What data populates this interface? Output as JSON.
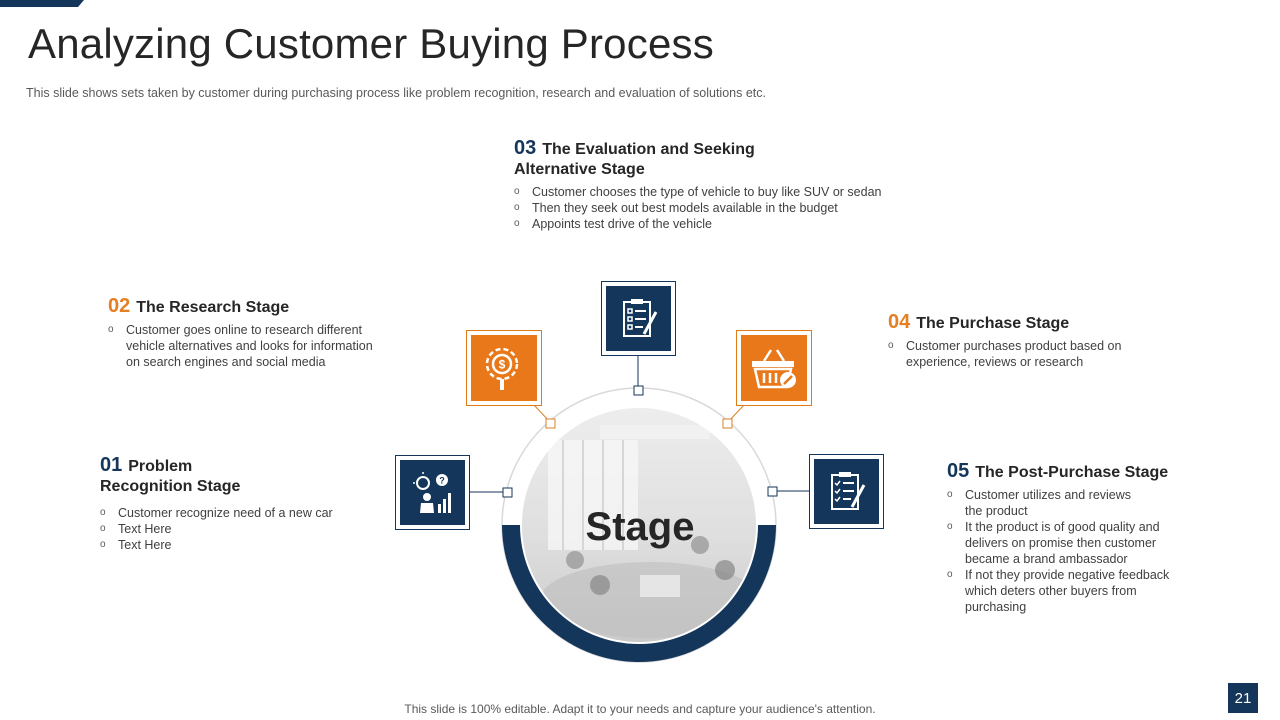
{
  "header": {
    "title": "Analyzing Customer Buying Process",
    "subtitle": "This slide shows sets taken by customer during purchasing process like problem recognition, research and evaluation  of solutions etc."
  },
  "center": {
    "label": "Stage"
  },
  "stages": [
    {
      "number": "01",
      "title_line1": "Problem",
      "title_line2": "Recognition Stage",
      "bullets": [
        "Customer recognize need of a new car",
        "Text Here",
        "Text Here"
      ],
      "icon": "idea-chart-icon"
    },
    {
      "number": "02",
      "title": "The Research Stage",
      "bullets": [
        "Customer goes online to research different vehicle alternatives and looks for information on search engines and social media"
      ],
      "icon": "dollar-search-icon"
    },
    {
      "number": "03",
      "title_line1": "The Evaluation and Seeking",
      "title_line2": "Alternative Stage",
      "bullets": [
        "Customer chooses the type of vehicle  to buy like SUV or sedan",
        "Then  they seek out best models available  in the budget",
        "Appoints test drive  of the vehicle"
      ],
      "icon": "checklist-icon"
    },
    {
      "number": "04",
      "title": "The Purchase Stage",
      "bullets": [
        "Customer purchases product based on experience, reviews  or research"
      ],
      "icon": "shopping-basket-icon"
    },
    {
      "number": "05",
      "title": "The Post-Purchase Stage",
      "bullets": [
        "Customer utilizes and reviews the product",
        "It the product is of good quality and delivers  on promise then customer became a brand ambassador",
        "If not they provide  negative feedback which deters other buyers from purchasing"
      ],
      "icon": "feedback-checklist-icon"
    }
  ],
  "footer": {
    "note": "This slide is 100% editable. Adapt it to your needs and capture your audience's attention."
  },
  "page": {
    "number": "21"
  },
  "colors": {
    "navy": "#14365a",
    "orange": "#e8781a",
    "text": "#404040"
  }
}
